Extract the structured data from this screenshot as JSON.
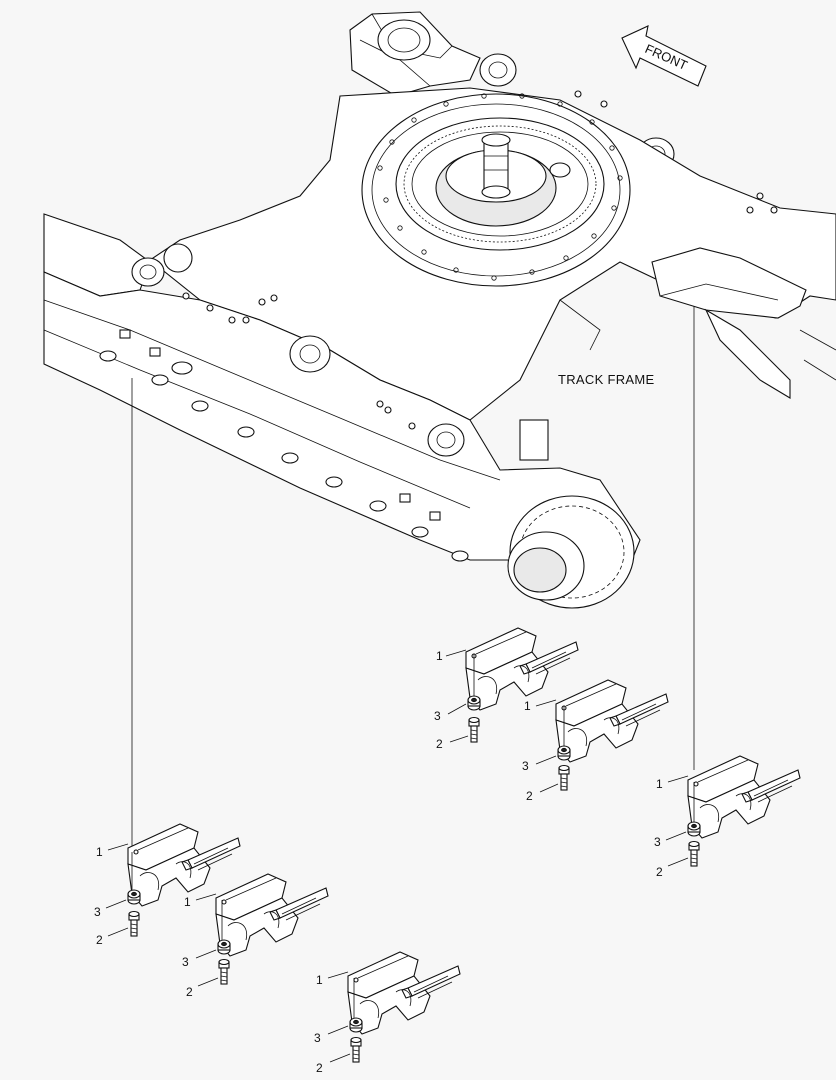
{
  "labels": {
    "track_frame": "TRACK FRAME",
    "front": "FRONT"
  },
  "callouts": {
    "guard": "1",
    "bolt": "2",
    "washer": "3"
  }
}
